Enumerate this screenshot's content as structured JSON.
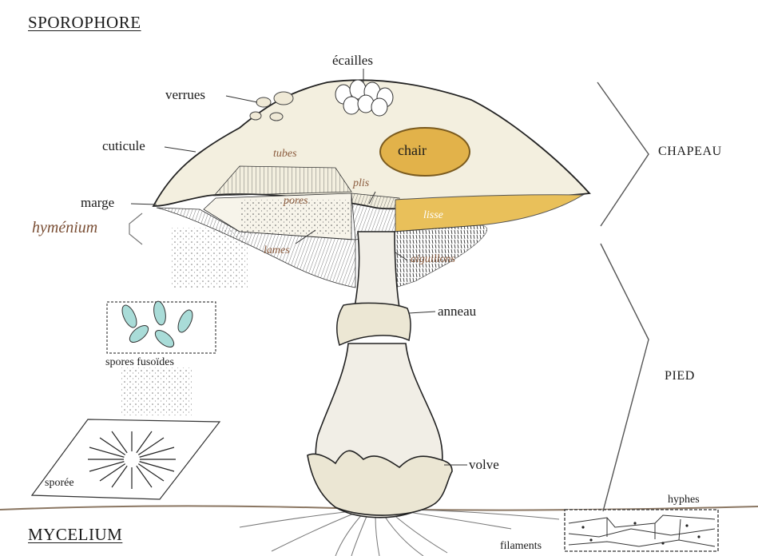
{
  "titles": {
    "top": "SPOROPHORE",
    "bottom": "MYCELIUM"
  },
  "labels": {
    "ecailles": "écailles",
    "verrues": "verrues",
    "cuticule": "cuticule",
    "marge": "marge",
    "hymenium": "hyménium",
    "tubes": "tubes",
    "chair": "chair",
    "plis": "plis",
    "pores": "pores",
    "lisse": "lisse",
    "lames": "lames",
    "aiguillons": "aiguillons",
    "anneau": "anneau",
    "spores_fusoides": "spores fusoïdes",
    "sporee": "sporée",
    "volve": "volve",
    "filaments": "filaments",
    "hyphes": "hyphes"
  },
  "sections": {
    "chapeau": "CHAPEAU",
    "pied": "PIED"
  },
  "colors": {
    "cap": "#f3efdf",
    "flesh": "#e2b24a",
    "spore": "#a9dcd8",
    "italic_label": "#8a5a3c",
    "ground": "#8b7763"
  }
}
